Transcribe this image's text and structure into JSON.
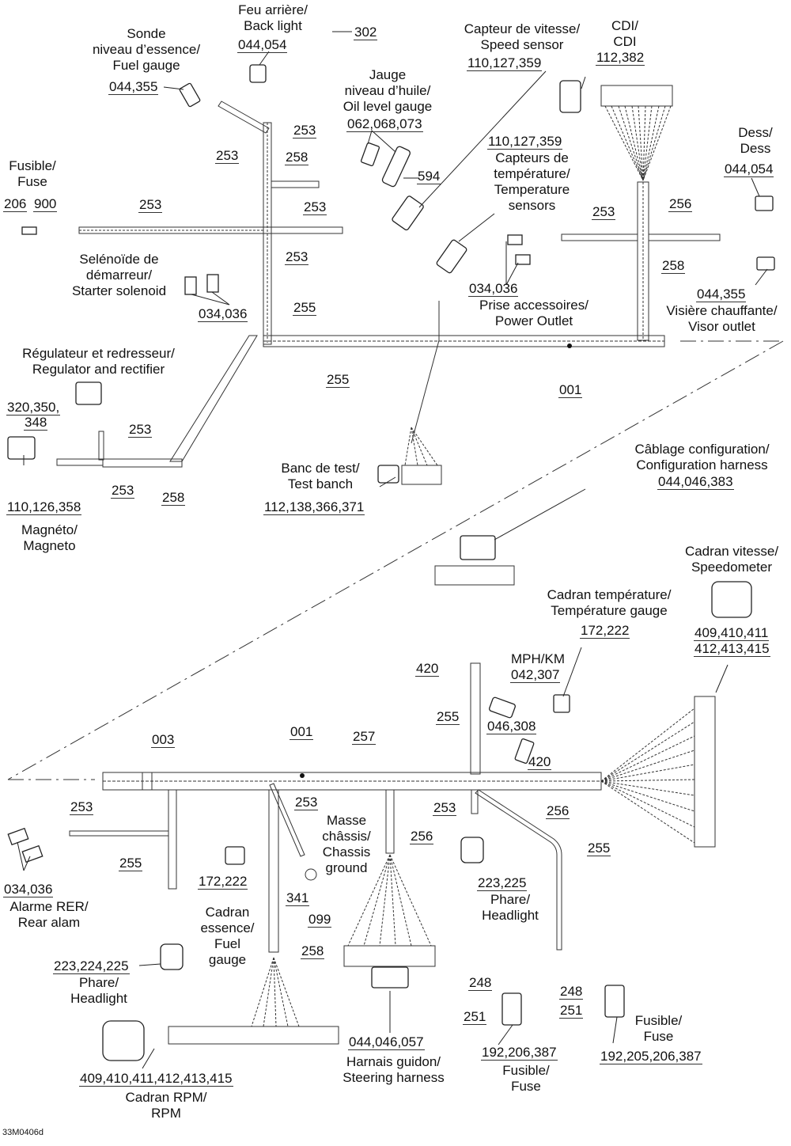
{
  "figure_id": "33M0406d",
  "components": {
    "fuel_gauge_sender": {
      "fr": "Sonde",
      "fr2": "niveau d’essence/",
      "en": "Fuel gauge",
      "refs": "044,355"
    },
    "back_light": {
      "fr": "Feu arrière/",
      "en": "Back light",
      "refs": "044,054"
    },
    "oil_level_gauge": {
      "fr": "Jauge",
      "fr2": "niveau d’huile/",
      "en": "Oil level gauge",
      "refs": "062,068,073"
    },
    "speed_sensor": {
      "fr": "Capteur de vitesse/",
      "en": "Speed sensor",
      "refs": "110,127,359"
    },
    "cdi": {
      "fr": "CDI/",
      "en": "CDI",
      "refs": "112,382"
    },
    "fuse_top": {
      "fr": "Fusible/",
      "en": "Fuse",
      "refs_a": "206",
      "refs_b": "900"
    },
    "temperature_sensors": {
      "refs": "110,127,359",
      "fr": "Capteurs de",
      "fr2": "température/",
      "en": "Temperature",
      "en2": "sensors"
    },
    "dess": {
      "fr": "Dess/",
      "en": "Dess",
      "refs": "044,054"
    },
    "starter_solenoid": {
      "fr": "Selénoïde de",
      "fr2": "démarreur/",
      "en": "Starter solenoid",
      "refs": "034,036"
    },
    "power_outlet": {
      "refs": "034,036",
      "fr": "Prise accessoires/",
      "en": "Power Outlet"
    },
    "visor_outlet": {
      "refs": "044,355",
      "fr": "Visière chauffante/",
      "en": "Visor outlet"
    },
    "regulator": {
      "fr": "Régulateur et redresseur/",
      "en": "Regulator and rectifier",
      "refs": "320,350,",
      "refs2": "348"
    },
    "magneto": {
      "refs": "110,126,358",
      "fr": "Magnéto/",
      "en": "Magneto"
    },
    "test_bench": {
      "fr": "Banc de test/",
      "en": "Test banch",
      "refs": "112,138,366,371"
    },
    "config_harness": {
      "fr": "Câblage configuration/",
      "en": "Configuration harness",
      "refs": "044,046,383"
    },
    "speedometer": {
      "fr": "Cadran vitesse/",
      "en": "Speedometer",
      "refs": "409,410,411",
      "refs2": "412,413,415"
    },
    "temp_gauge": {
      "fr": "Cadran température/",
      "en": "Température gauge",
      "refs": "172,222"
    },
    "mph_km": {
      "fr": "MPH/KM",
      "refs": "042,307"
    },
    "part_046308": {
      "refs": "046,308"
    },
    "rear_alarm": {
      "refs": "034,036",
      "fr": "Alarme RER/",
      "en": "Rear alam"
    },
    "chassis_ground": {
      "fr": "Masse",
      "fr2": "châssis/",
      "en": "Chassis",
      "en2": "ground"
    },
    "fuel_gauge_dial": {
      "fr": "Cadran",
      "fr2": "essence/",
      "en": "Fuel",
      "en2": "gauge"
    },
    "temp_gauge_bottom": {
      "refs": "172,222"
    },
    "headlight_left": {
      "refs": "223,224,225",
      "fr": "Phare/",
      "en": "Headlight"
    },
    "headlight_right": {
      "refs": "223,225",
      "fr": "Phare/",
      "en": "Headlight"
    },
    "rpm": {
      "refs": "409,410,411,412,413,415",
      "fr": "Cadran RPM/",
      "en": "RPM"
    },
    "steering_harness": {
      "refs": "044,046,057",
      "fr": "Harnais guidon/",
      "en": "Steering harness"
    },
    "fuse_left": {
      "refs": "192,206,387",
      "fr": "Fusible/",
      "en": "Fuse"
    },
    "fuse_right": {
      "refs": "192,205,206,387",
      "fr": "Fusible/",
      "en": "Fuse"
    }
  },
  "callouts": {
    "c302": "302",
    "c594": "594",
    "c253": "253",
    "c258": "258",
    "c255": "255",
    "c256": "256",
    "c257": "257",
    "c001": "001",
    "c003": "003",
    "c420": "420",
    "c341": "341",
    "c099": "099",
    "c248": "248",
    "c251": "251"
  }
}
